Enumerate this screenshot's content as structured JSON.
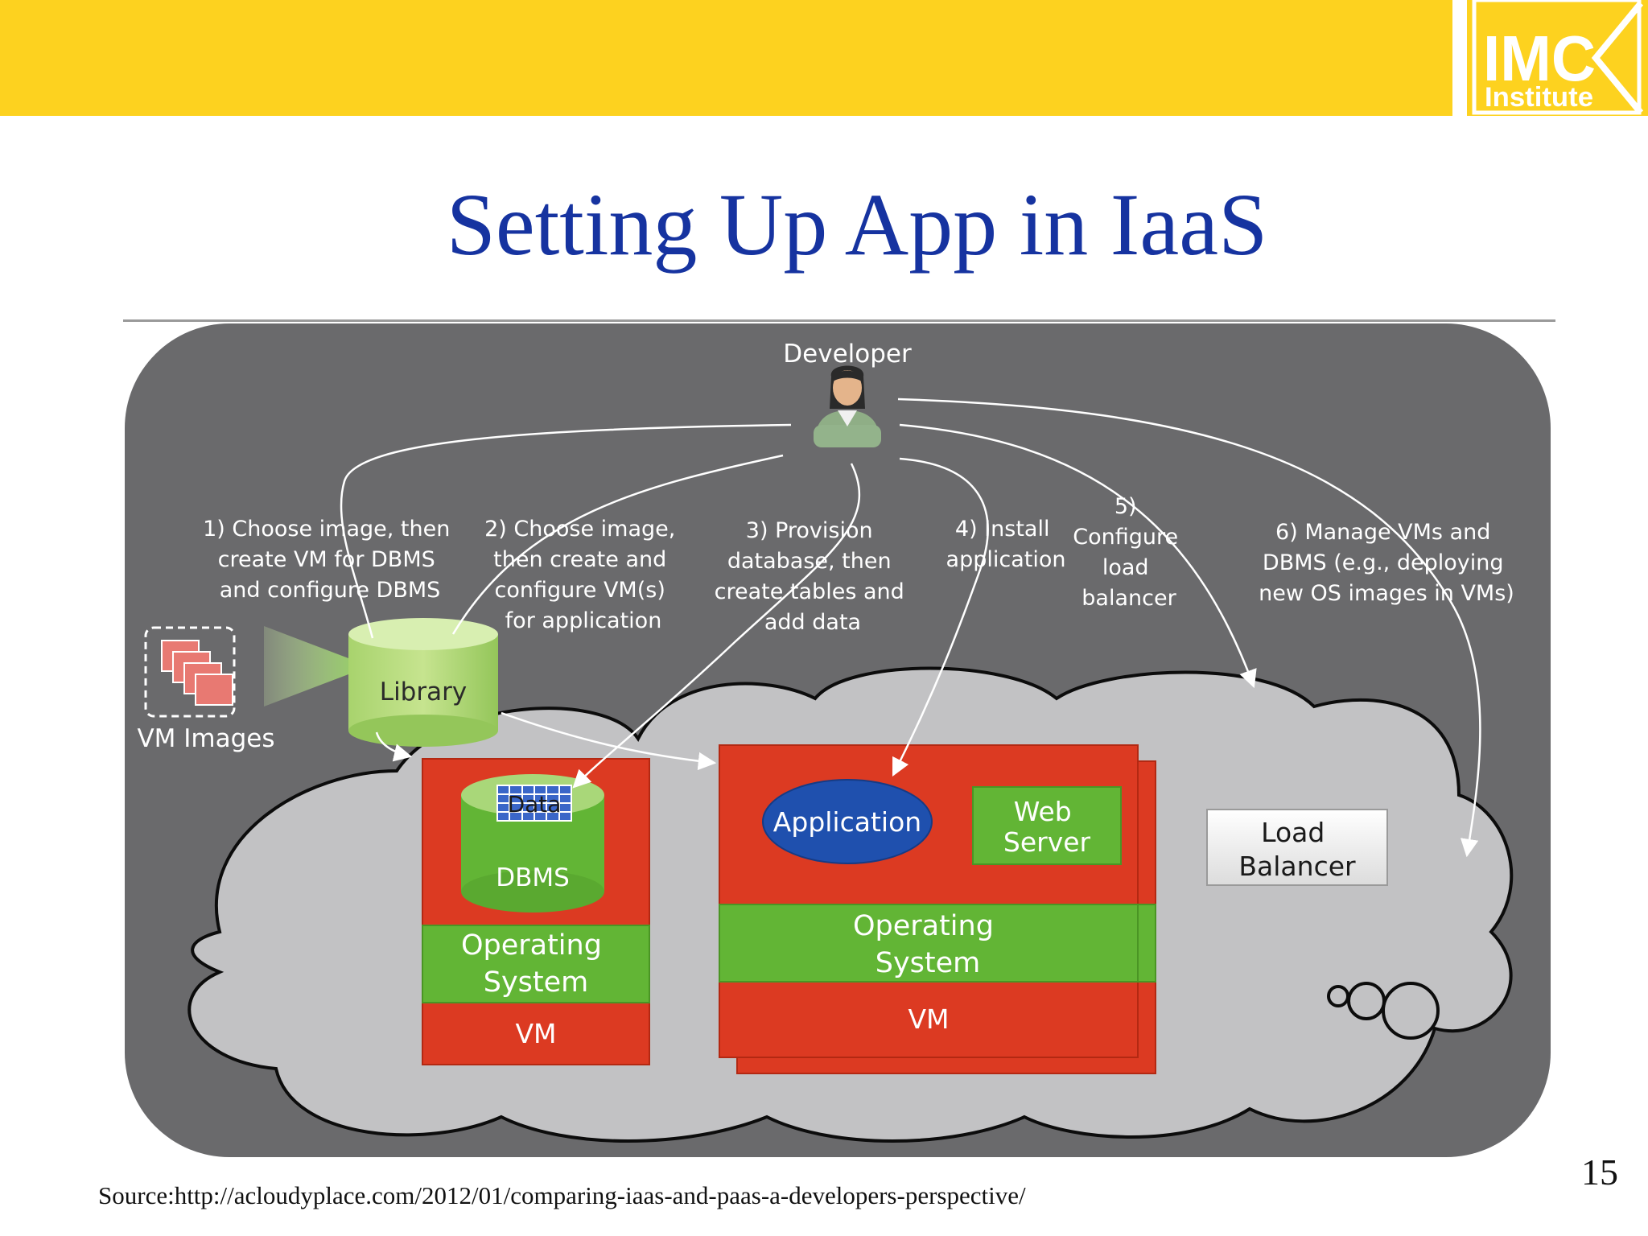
{
  "slide": {
    "title": "Setting Up App in IaaS",
    "source": "Source:http://acloudyplace.com/2012/01/comparing-iaas-and-paas-a-developers-perspective/",
    "page_number": "15"
  },
  "logo": {
    "main": "IMC",
    "sub": "Institute"
  },
  "diagram": {
    "developer_label": "Developer",
    "steps": [
      [
        "1) Choose image, then",
        "create VM for DBMS",
        "and configure DBMS"
      ],
      [
        "2) Choose image,",
        "then create and",
        "configure VM(s)",
        "for application"
      ],
      [
        "3) Provision",
        "database, then",
        "create tables and",
        "add data"
      ],
      [
        "4) Install",
        "application"
      ],
      [
        "5)",
        "Configure",
        "load",
        "balancer"
      ],
      [
        "6) Manage VMs and",
        "DBMS (e.g., deploying",
        "new OS images in VMs)"
      ]
    ],
    "library_label": "Library",
    "vm_images_label": "VM Images",
    "db_vm": {
      "data_label": "Data",
      "dbms_label": "DBMS",
      "os_line1": "Operating",
      "os_line2": "System",
      "vm_label": "VM"
    },
    "app_vm": {
      "app_label": "Application",
      "web_line1": "Web",
      "web_line2": "Server",
      "os_line1": "Operating",
      "os_line2": "System",
      "vm_label": "VM"
    },
    "load_balancer": {
      "line1": "Load",
      "line2": "Balancer"
    }
  },
  "colors": {
    "header_yellow": "#fdd21f",
    "title_blue": "#1633a0",
    "panel_gray": "#6a6a6c",
    "cloud_gray": "#c2c2c4",
    "vm_red": "#dc3a22",
    "os_green": "#62b535",
    "app_blue": "#1f50ae"
  }
}
